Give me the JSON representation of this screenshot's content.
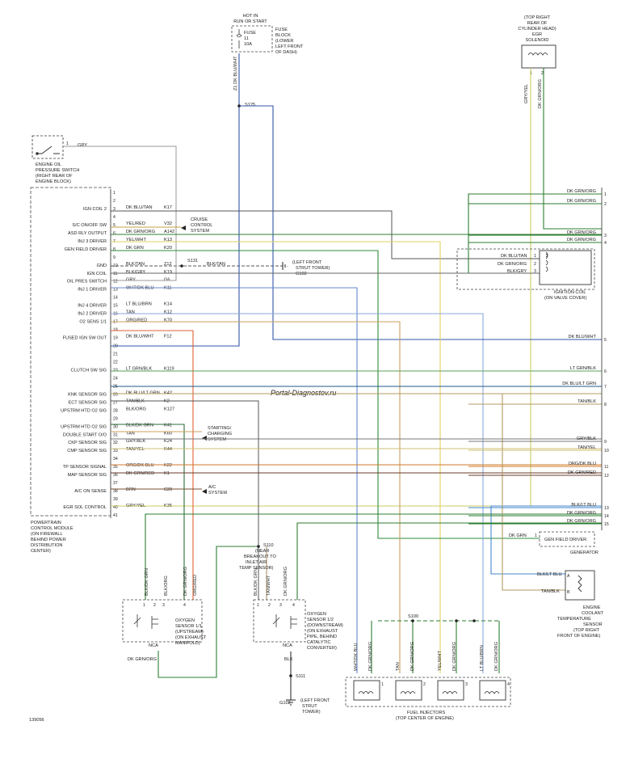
{
  "fuse_block": {
    "hot_in": [
      "HOT IN",
      "RUN OR START"
    ],
    "fuse": [
      "FUSE",
      "11",
      "10A"
    ],
    "location": [
      "FUSE",
      "BLOCK",
      "(LOWER",
      "LEFT FRONT",
      "OF DASH)"
    ],
    "wire_color": "Z1 DK BLU/WHT",
    "splice": "S125"
  },
  "egr_solenoid": {
    "title": [
      "(TOP RIGHT",
      "REAR OF",
      "CYLINDER HEAD)",
      "EGR",
      "SOLENOID"
    ],
    "wires": [
      "GRY/YEL",
      "DK GRN/ORG"
    ],
    "pins": [
      "1",
      "2"
    ]
  },
  "oil_switch": {
    "label": [
      "ENGINE OIL",
      "PRESSURE SWITCH",
      "(RIGHT REAR OF",
      "ENGINE BLOCK)"
    ],
    "wire": "GRY",
    "pin": "1"
  },
  "pcm": {
    "label": [
      "POWERTRAIN",
      "CONTROL MODULE",
      "(ON FIREWALL",
      "BEHIND POWER",
      "DISTRIBUTION",
      "CENTER)"
    ],
    "functions": [
      {
        "pin": "1",
        "name": "",
        "wire": "",
        "code": ""
      },
      {
        "pin": "2",
        "name": "",
        "wire": "",
        "code": ""
      },
      {
        "pin": "3",
        "name": "IGN COIL 2",
        "wire": "DK BLU/TAN",
        "code": "K17"
      },
      {
        "pin": "4",
        "name": "",
        "wire": "",
        "code": ""
      },
      {
        "pin": "5",
        "name": "S/C ON/OFF SW",
        "wire": "YEL/RED",
        "code": "V32"
      },
      {
        "pin": "6",
        "name": "ASD RLY OUTPUT",
        "wire": "DK GRN/ORG",
        "code": "A142"
      },
      {
        "pin": "7",
        "name": "INJ 3 DRIVER",
        "wire": "YEL/WHT",
        "code": "K13"
      },
      {
        "pin": "8",
        "name": "GEN FIELD DRIVER",
        "wire": "DK GRN",
        "code": "K20"
      },
      {
        "pin": "9",
        "name": "",
        "wire": "",
        "code": ""
      },
      {
        "pin": "10",
        "name": "GND",
        "wire": "BLK/TAN",
        "code": "Z12"
      },
      {
        "pin": "11",
        "name": "IGN COIL",
        "wire": "BLK/GRY",
        "code": "K19"
      },
      {
        "pin": "12",
        "name": "OIL PRES SWITCH",
        "wire": "GRY",
        "code": "G6"
      },
      {
        "pin": "13",
        "name": "INJ 1 DRIVER",
        "wire": "WHT/DK BLU",
        "code": "K11"
      },
      {
        "pin": "14",
        "name": "",
        "wire": "",
        "code": ""
      },
      {
        "pin": "15",
        "name": "INJ 4 DRIVER",
        "wire": "LT BLU/BRN",
        "code": "K14"
      },
      {
        "pin": "16",
        "name": "INJ 2 DRIVER",
        "wire": "TAN",
        "code": "K12"
      },
      {
        "pin": "17",
        "name": "O2 SENS 1/1",
        "wire": "ORG/RED",
        "code": "K70"
      },
      {
        "pin": "18",
        "name": "",
        "wire": "",
        "code": ""
      },
      {
        "pin": "19",
        "name": "FUSED IGN SW OUT",
        "wire": "DK BLU/WHT",
        "code": "F12"
      },
      {
        "pin": "20",
        "name": "",
        "wire": "",
        "code": ""
      },
      {
        "pin": "21",
        "name": "",
        "wire": "",
        "code": ""
      },
      {
        "pin": "22",
        "name": "",
        "wire": "",
        "code": ""
      },
      {
        "pin": "23",
        "name": "CLUTCH SW SIG",
        "wire": "LT GRN/BLK",
        "code": "K119"
      },
      {
        "pin": "24",
        "name": "",
        "wire": "",
        "code": ""
      },
      {
        "pin": "25",
        "name": "",
        "wire": "",
        "code": ""
      },
      {
        "pin": "26",
        "name": "KNK SENSOR SIG",
        "wire": "DK BLU/LT GRN",
        "code": "K42"
      },
      {
        "pin": "27",
        "name": "ECT SENSOR SIG",
        "wire": "TAN/BLK",
        "code": "K2"
      },
      {
        "pin": "28",
        "name": "UPSTRM HTD O2 SIG",
        "wire": "BLK/ORG",
        "code": "K127"
      },
      {
        "pin": "29",
        "name": "",
        "wire": "",
        "code": ""
      },
      {
        "pin": "30",
        "name": "UPSTRM HTD O2 SIG",
        "wire": "BLK/DK GRN",
        "code": "K41"
      },
      {
        "pin": "31",
        "name": "DOUBLE START O/O",
        "wire": "TAN",
        "code": "K60"
      },
      {
        "pin": "32",
        "name": "CKP SENSOR SIG",
        "wire": "GRY/BLK",
        "code": "K24"
      },
      {
        "pin": "33",
        "name": "CMP SENSOR SIG",
        "wire": "TAN/YEL",
        "code": "K44"
      },
      {
        "pin": "34",
        "name": "",
        "wire": "",
        "code": ""
      },
      {
        "pin": "35",
        "name": "TP SENSOR SIGNAL",
        "wire": "ORG/DK BLU",
        "code": "K22"
      },
      {
        "pin": "36",
        "name": "MAP SENSOR SIG",
        "wire": "DK GRN/RED",
        "code": "K1"
      },
      {
        "pin": "37",
        "name": "",
        "wire": "",
        "code": ""
      },
      {
        "pin": "38",
        "name": "A/C ON SENSE",
        "wire": "BRN",
        "code": "C20"
      },
      {
        "pin": "39",
        "name": "",
        "wire": "",
        "code": ""
      },
      {
        "pin": "40",
        "name": "EGR SOL CONTROL",
        "wire": "GRY/YEL",
        "code": "K35"
      },
      {
        "pin": "41",
        "name": "",
        "wire": "",
        "code": ""
      }
    ]
  },
  "cruise": [
    "CRUISE",
    "CONTROL",
    "SYSTEM"
  ],
  "charging": [
    "STARTING/",
    "CHARGING",
    "SYSTEM"
  ],
  "ac": [
    "A/C",
    "SYSTEM"
  ],
  "ground_top": {
    "splice": "S131",
    "wire": "BLK/TAN",
    "g": "G102",
    "loc": [
      "(LEFT FRONT",
      "STRUT TOWER)"
    ]
  },
  "watermark": "Portal-Diagnostov.ru",
  "right_wires": [
    {
      "pin": "1",
      "wire": "DK GRN/ORG",
      "color": "#2e7d32"
    },
    {
      "pin": "2",
      "wire": "DK GRN/ORG",
      "color": "#2e7d32"
    },
    {
      "pin": "3",
      "wire": "DK GRN/ORG",
      "color": "#2e7d32"
    },
    {
      "pin": "4",
      "wire": "DK GRN/ORG",
      "color": "#2e7d32"
    },
    {
      "pin": "5",
      "wire": "DK BLU/WHT",
      "color": "#3355aa"
    },
    {
      "pin": "6",
      "wire": "LT GRN/BLK",
      "color": "#5aa05a"
    },
    {
      "pin": "7",
      "wire": "DK BLU/LT GRN",
      "color": "#1f5a8a"
    },
    {
      "pin": "8",
      "wire": "TAN/BLK",
      "color": "#b59a60"
    },
    {
      "pin": "9",
      "wire": "GRY/BLK",
      "color": "#777777"
    },
    {
      "pin": "10",
      "wire": "TAN/YEL",
      "color": "#cfc070"
    },
    {
      "pin": "11",
      "wire": "ORG/DK BLU",
      "color": "#d07b2a"
    },
    {
      "pin": "12",
      "wire": "DK GRN/RED",
      "color": "#6b3b2a"
    },
    {
      "pin": "13",
      "wire": "BLK/LT BLU",
      "color": "#4488cc"
    },
    {
      "pin": "14",
      "wire": "DK GRN/ORG",
      "color": "#2e7d32"
    },
    {
      "pin": "15",
      "wire": "DK GRN/ORG",
      "color": "#2e7d32"
    }
  ],
  "ign_coil": {
    "wires": [
      "DK BLU/TAN",
      "DK GRN/ORG",
      "BLK/GRY"
    ],
    "pins": [
      "1",
      "2",
      "3"
    ],
    "label": [
      "IGNITION COIL",
      "(ON VALVE COVER)"
    ]
  },
  "generator": {
    "wire": "DK GRN",
    "label_box": "GEN FIELD DRIVER",
    "label": "GENERATOR",
    "pin": "1"
  },
  "ect": {
    "wires": [
      "BLK/LT BLU",
      "TAN/BLK"
    ],
    "pins": [
      "A",
      "B"
    ],
    "label": [
      "ENGINE",
      "COOLANT",
      "TEMPERATURE",
      "SENSOR",
      "(TOP RIGHT",
      "FRONT OF ENGINE)"
    ]
  },
  "s110": {
    "splice": "S110",
    "note": [
      "(NEAR",
      "BREAKOUT TO",
      "INLET AIR",
      "TEMP SENSOR)"
    ]
  },
  "o2_up": {
    "wires": [
      "BLK/DK GRN",
      "BLK/ORG",
      "DK GRN/ORG",
      "ORG/RED"
    ],
    "pins": [
      "1",
      "2",
      "3",
      "4"
    ],
    "nca": "NCA",
    "label": [
      "OXYGEN",
      "SENSOR 1/1",
      "(UPSTREAM)",
      "(ON EXHAUST",
      "MANIFOLD)"
    ],
    "bottom_wire": "DK GRN/ORG"
  },
  "o2_down": {
    "wires": [
      "BLK/DK GRN",
      "TAN/WHT",
      "DK GRN/ORG"
    ],
    "pins": [
      "1",
      "2",
      "3",
      "4"
    ],
    "nca": "NCA",
    "label": [
      "OXYGEN",
      "SENSOR 1/2",
      "(DOWNSTREAM)",
      "(ON EXHAUST",
      "PIPE, BEHIND",
      "CATALYTIC",
      "CONVERTER)"
    ],
    "bottom_wire": "BLK",
    "splice": "S111",
    "g": "G102",
    "loc": [
      "(LEFT FRONT",
      "STRUT",
      "TOWER)"
    ]
  },
  "injectors": {
    "splice": "S100",
    "items": [
      {
        "signal": "WHT/DK BLU",
        "power": "DK GRN/ORG"
      },
      {
        "signal": "TAN",
        "power": "DK GRN/ORG"
      },
      {
        "signal": "YEL/WHT",
        "power": "DK GRN/ORG"
      },
      {
        "signal": "LT BLU/BRN",
        "power": "DK GRN/ORG"
      }
    ],
    "label": [
      "FUEL INJECTORS",
      "(TOP CENTER OF ENGINE)"
    ],
    "numbers": [
      "1",
      "2",
      "3",
      "4"
    ]
  },
  "figure_id": "139056"
}
